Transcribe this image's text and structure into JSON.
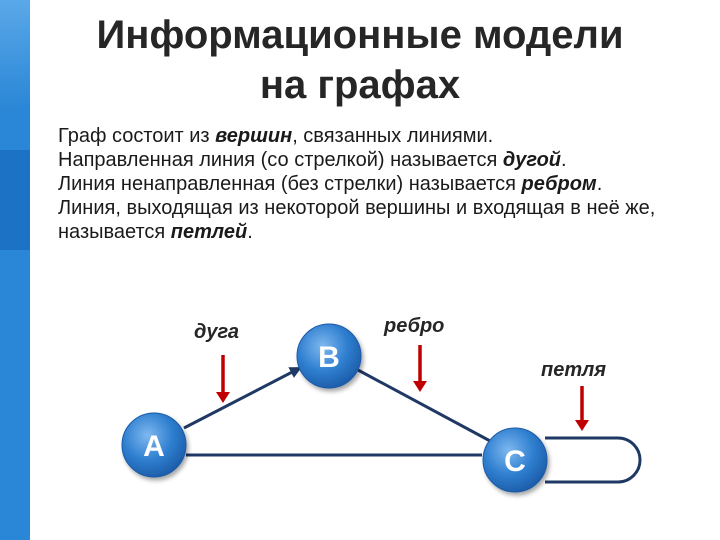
{
  "slide": {
    "title_line1": "Информационные модели",
    "title_line2": "на графах",
    "line1_pre": "Граф состоит из ",
    "line1_em": "вершин",
    "line1_post": ", связанных линиями.",
    "line2_pre": "Направленная линия (со стрелкой) называется ",
    "line2_em": "дугой",
    "line2_post": ".",
    "line3_pre": "Линия ненаправленная (без стрелки) называется ",
    "line3_em": "ребром",
    "line3_post": ".",
    "line4_pre": "Линия, выходящая из некоторой вершины и входящая в неё же, называется ",
    "line4_em": "петлей",
    "line4_post": "."
  },
  "diagram": {
    "labels": {
      "arc": "дуга",
      "edge": "ребро",
      "loop": "петля"
    },
    "nodes": {
      "a": "A",
      "b": "B",
      "c": "C"
    },
    "colors": {
      "node_fill": "#2f7fd0",
      "line": "#1f3864",
      "pointer": "#c00000"
    }
  }
}
